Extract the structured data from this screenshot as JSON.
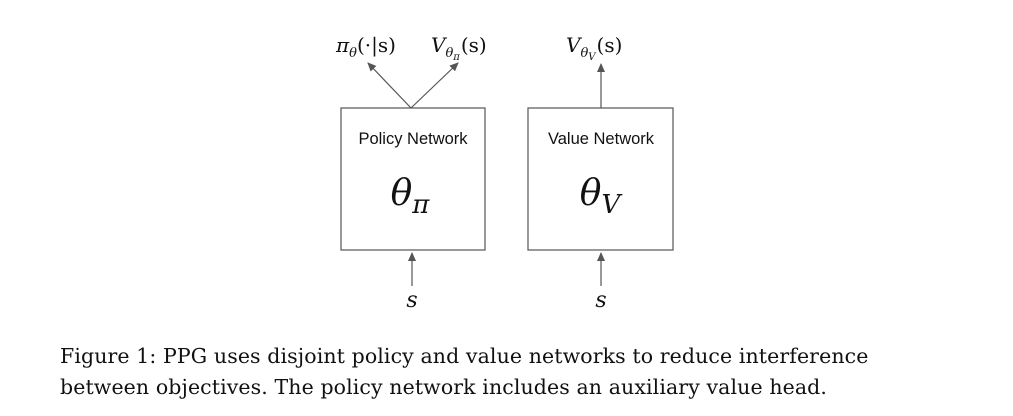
{
  "policy_network": {
    "title": "Policy Network",
    "param_base": "θ",
    "param_sub": "π",
    "input": "s",
    "output_policy": {
      "pi": "π",
      "pi_sub": "θ",
      "args": "(·|s)"
    },
    "output_value": {
      "v": "V",
      "v_sub_base": "θ",
      "v_sub_sub": "π",
      "args": "(s)"
    }
  },
  "value_network": {
    "title": "Value Network",
    "param_base": "θ",
    "param_sub": "V",
    "input": "s",
    "output_value": {
      "v": "V",
      "v_sub_base": "θ",
      "v_sub_sub": "V",
      "args": "(s)"
    }
  },
  "caption": {
    "line1": "Figure 1:  PPG uses disjoint policy and value networks to reduce interference",
    "line2": "between objectives. The policy network includes an auxiliary value head."
  }
}
